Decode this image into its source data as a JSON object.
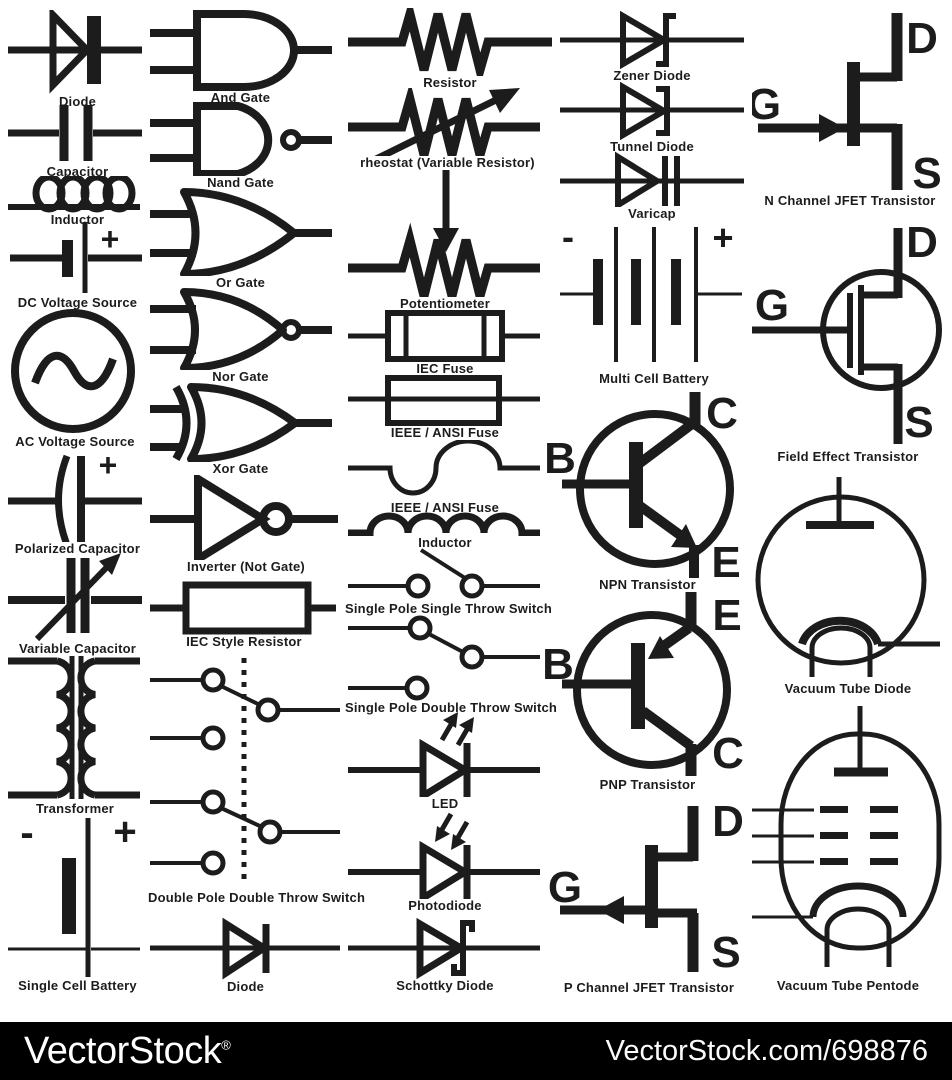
{
  "colors": {
    "ink": "#1c1c1c",
    "background": "#ffffff",
    "watermark_bar": "#000000",
    "watermark_text": "#ffffff"
  },
  "watermark": {
    "brand": "VectorStock",
    "reg": "®",
    "ref": "VectorStock.com/698876"
  },
  "symbols": [
    {
      "label": "Diode",
      "icon": "diode-icon"
    },
    {
      "label": "Capacitor",
      "icon": "capacitor-icon"
    },
    {
      "label": "Inductor",
      "icon": "inductor-loop-icon"
    },
    {
      "label": "DC Voltage Source",
      "icon": "dc-voltage-source-icon",
      "terminals": {
        "plus": "+"
      }
    },
    {
      "label": "AC Voltage Source",
      "icon": "ac-voltage-source-icon"
    },
    {
      "label": "Polarized Capacitor",
      "icon": "polarized-capacitor-icon",
      "terminals": {
        "plus": "+"
      }
    },
    {
      "label": "Variable Capacitor",
      "icon": "variable-capacitor-icon"
    },
    {
      "label": "Transformer",
      "icon": "transformer-icon"
    },
    {
      "label": "Single Cell Battery",
      "icon": "single-cell-battery-icon",
      "terminals": {
        "minus": "-",
        "plus": "+"
      }
    },
    {
      "label": "And Gate",
      "icon": "and-gate-icon"
    },
    {
      "label": "Nand Gate",
      "icon": "nand-gate-icon"
    },
    {
      "label": "Or Gate",
      "icon": "or-gate-icon"
    },
    {
      "label": "Nor Gate",
      "icon": "nor-gate-icon"
    },
    {
      "label": "Xor Gate",
      "icon": "xor-gate-icon"
    },
    {
      "label": "Inverter (Not Gate)",
      "icon": "inverter-icon"
    },
    {
      "label": "IEC Style Resistor",
      "icon": "iec-resistor-icon"
    },
    {
      "label": "Double Pole Double Throw Switch",
      "icon": "dpdt-switch-icon"
    },
    {
      "label": "Diode",
      "icon": "diode-outline-icon"
    },
    {
      "label": "Resistor",
      "icon": "resistor-icon"
    },
    {
      "label": "rheostat (Variable Resistor)",
      "icon": "rheostat-icon"
    },
    {
      "label": "Potentiometer",
      "icon": "potentiometer-icon"
    },
    {
      "label": "IEC Fuse",
      "icon": "iec-fuse-icon"
    },
    {
      "label": "IEEE / ANSI Fuse",
      "icon": "ieee-ansi-fuse-icon"
    },
    {
      "label": "IEEE / ANSI Fuse",
      "icon": "ieee-ansi-fuse-curve-icon"
    },
    {
      "label": "Inductor",
      "icon": "inductor-coil-icon"
    },
    {
      "label": "Single Pole Single Throw Switch",
      "icon": "spst-switch-icon"
    },
    {
      "label": "Single Pole Double Throw Switch",
      "icon": "spdt-switch-icon"
    },
    {
      "label": "LED",
      "icon": "led-icon"
    },
    {
      "label": "Photodiode",
      "icon": "photodiode-icon"
    },
    {
      "label": "Schottky Diode",
      "icon": "schottky-diode-icon"
    },
    {
      "label": "Zener Diode",
      "icon": "zener-diode-icon"
    },
    {
      "label": "Tunnel Diode",
      "icon": "tunnel-diode-icon"
    },
    {
      "label": "Varicap",
      "icon": "varicap-icon"
    },
    {
      "label": "Multi Cell Battery",
      "icon": "multi-cell-battery-icon",
      "terminals": {
        "minus": "-",
        "plus": "+"
      }
    },
    {
      "label": "NPN Transistor",
      "icon": "npn-transistor-icon",
      "terminals": {
        "b": "B",
        "c": "C",
        "e": "E"
      }
    },
    {
      "label": "PNP Transistor",
      "icon": "pnp-transistor-icon",
      "terminals": {
        "b": "B",
        "e": "E",
        "c": "C"
      }
    },
    {
      "label": "P Channel JFET Transistor",
      "icon": "p-channel-jfet-icon",
      "terminals": {
        "g": "G",
        "d": "D",
        "s": "S"
      }
    },
    {
      "label": "N Channel JFET Transistor",
      "icon": "n-channel-jfet-icon",
      "terminals": {
        "g": "G",
        "d": "D",
        "s": "S"
      }
    },
    {
      "label": "Field Effect Transistor",
      "icon": "field-effect-transistor-icon",
      "terminals": {
        "g": "G",
        "d": "D",
        "s": "S"
      }
    },
    {
      "label": "Vacuum Tube Diode",
      "icon": "vacuum-tube-diode-icon"
    },
    {
      "label": "Vacuum Tube Pentode",
      "icon": "vacuum-tube-pentode-icon"
    }
  ]
}
